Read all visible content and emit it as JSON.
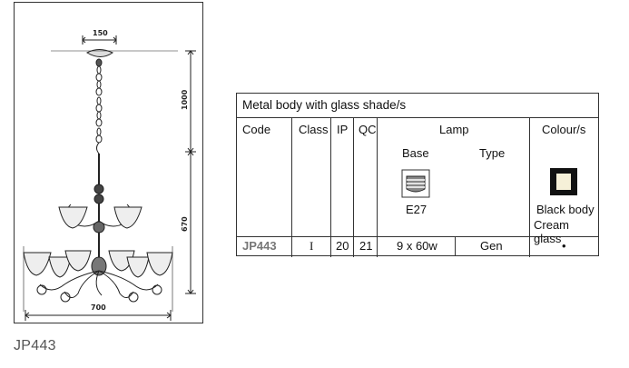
{
  "drawing": {
    "dim_top": "150",
    "dim_chain": "1000",
    "dim_body": "670",
    "dim_width": "700"
  },
  "caption": "JP443",
  "table": {
    "title": "Metal body with glass shade/s",
    "headers": {
      "code": "Code",
      "class": "Class",
      "ip": "IP",
      "qc": "QC",
      "lamp": "Lamp",
      "base": "Base",
      "type": "Type",
      "colour": "Colour/s"
    },
    "base_value": "E27",
    "colour_body": "Black body",
    "colour_glass": "Cream glass",
    "row": {
      "code": "JP443",
      "class": "I",
      "ip": "20",
      "qc": "21",
      "lamp": "9 x 60w",
      "type": "Gen",
      "colour": "•"
    }
  },
  "colors": {
    "swatch_outer": "#111111",
    "swatch_inner": "#f6f0d8",
    "code_text": "#777777",
    "line": "#333333"
  }
}
